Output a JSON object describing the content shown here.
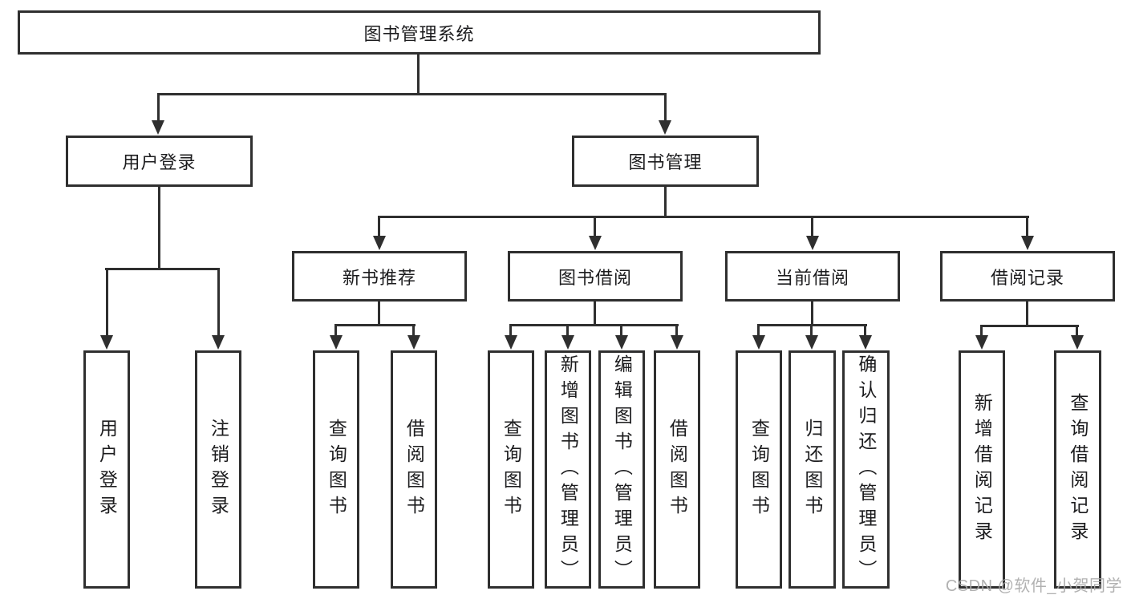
{
  "title": "图书管理系统",
  "level2": {
    "user_login": "用户登录",
    "book_mgmt": "图书管理"
  },
  "level3": {
    "new_book_rec": "新书推荐",
    "book_borrow": "图书借阅",
    "current_borrow": "当前借阅",
    "borrow_records": "借阅记录"
  },
  "leaves": {
    "user_login": "用户登录",
    "logout": "注销登录",
    "rec_query_books": "查询图书",
    "rec_borrow_books": "借阅图书",
    "bb_query_books": "查询图书",
    "bb_add_books_admin": "新增图书（管理员）",
    "bb_edit_books_admin": "编辑图书（管理员）",
    "bb_borrow_books": "借阅图书",
    "cb_query_books": "查询图书",
    "cb_return_books": "归还图书",
    "cb_confirm_return_admin": "确认归还（管理员）",
    "br_add_record": "新增借阅记录",
    "br_query_record": "查询借阅记录"
  },
  "watermark": "CSDN @软件_小贺同学"
}
